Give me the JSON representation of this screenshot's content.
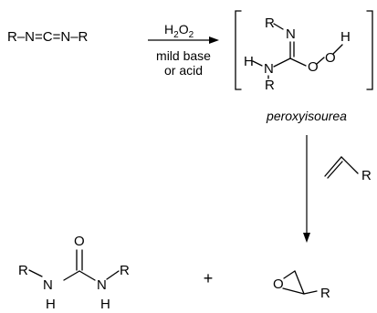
{
  "reactant": {
    "label": "R–N=C=N–R"
  },
  "reagent": {
    "oxidant": "H",
    "oxidant_sub": "2",
    "oxidant_mid": "O",
    "oxidant_sub2": "2",
    "condition_line1": "mild base",
    "condition_line2": "or acid"
  },
  "intermediate": {
    "name": "peroxyisourea",
    "atoms": {
      "r_top": "R",
      "n_top": "N",
      "h_top": "H",
      "h_left": "H",
      "n_left": "N",
      "r_bottom": "R",
      "o1": "O",
      "o2": "O"
    }
  },
  "alkene": {
    "r": "R"
  },
  "urea": {
    "o": "O",
    "r_left": "R",
    "n_left": "N",
    "h_left": "H",
    "r_right": "R",
    "n_right": "N",
    "h_right": "H"
  },
  "plus": "+",
  "epoxide": {
    "o": "O",
    "r": "R"
  }
}
